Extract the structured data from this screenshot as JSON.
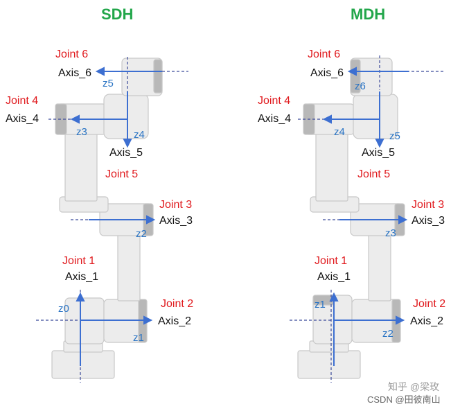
{
  "colors": {
    "title": "#22a64a",
    "joint": "#e0191d",
    "axis_text": "#111111",
    "z_text": "#2a74c4",
    "arrow": "#3d6fd1",
    "dashed": "#3b4a9a",
    "robot_fill": "#ececec",
    "robot_stroke": "#c8c8c8",
    "robot_dark": "#b8b8b8"
  },
  "panels": [
    {
      "title": "SDH",
      "labels": {
        "joint6": "Joint 6",
        "axis6": "Axis_6",
        "z_upper": "z5",
        "joint4": "Joint 4",
        "axis4": "Axis_4",
        "z_mid_left": "z3",
        "z_mid_right": "z4",
        "axis5": "Axis_5",
        "joint5": "Joint 5",
        "joint3": "Joint 3",
        "axis3": "Axis_3",
        "z_j3": "z2",
        "joint1": "Joint 1",
        "axis1": "Axis_1",
        "z_base": "z0",
        "joint2": "Joint 2",
        "axis2": "Axis_2",
        "z_j2": "z1"
      }
    },
    {
      "title": "MDH",
      "labels": {
        "joint6": "Joint 6",
        "axis6": "Axis_6",
        "z_upper": "z6",
        "joint4": "Joint 4",
        "axis4": "Axis_4",
        "z_mid_left": "z4",
        "z_mid_right": "z5",
        "axis5": "Axis_5",
        "joint5": "Joint 5",
        "joint3": "Joint 3",
        "axis3": "Axis_3",
        "z_j3": "z3",
        "joint1": "Joint 1",
        "axis1": "Axis_1",
        "z_base": "z1",
        "joint2": "Joint 2",
        "axis2": "Axis_2",
        "z_j2": "z2"
      }
    }
  ],
  "watermark": {
    "zhihu": "知乎 @梁玫",
    "csdn": "CSDN @田彼南山"
  }
}
